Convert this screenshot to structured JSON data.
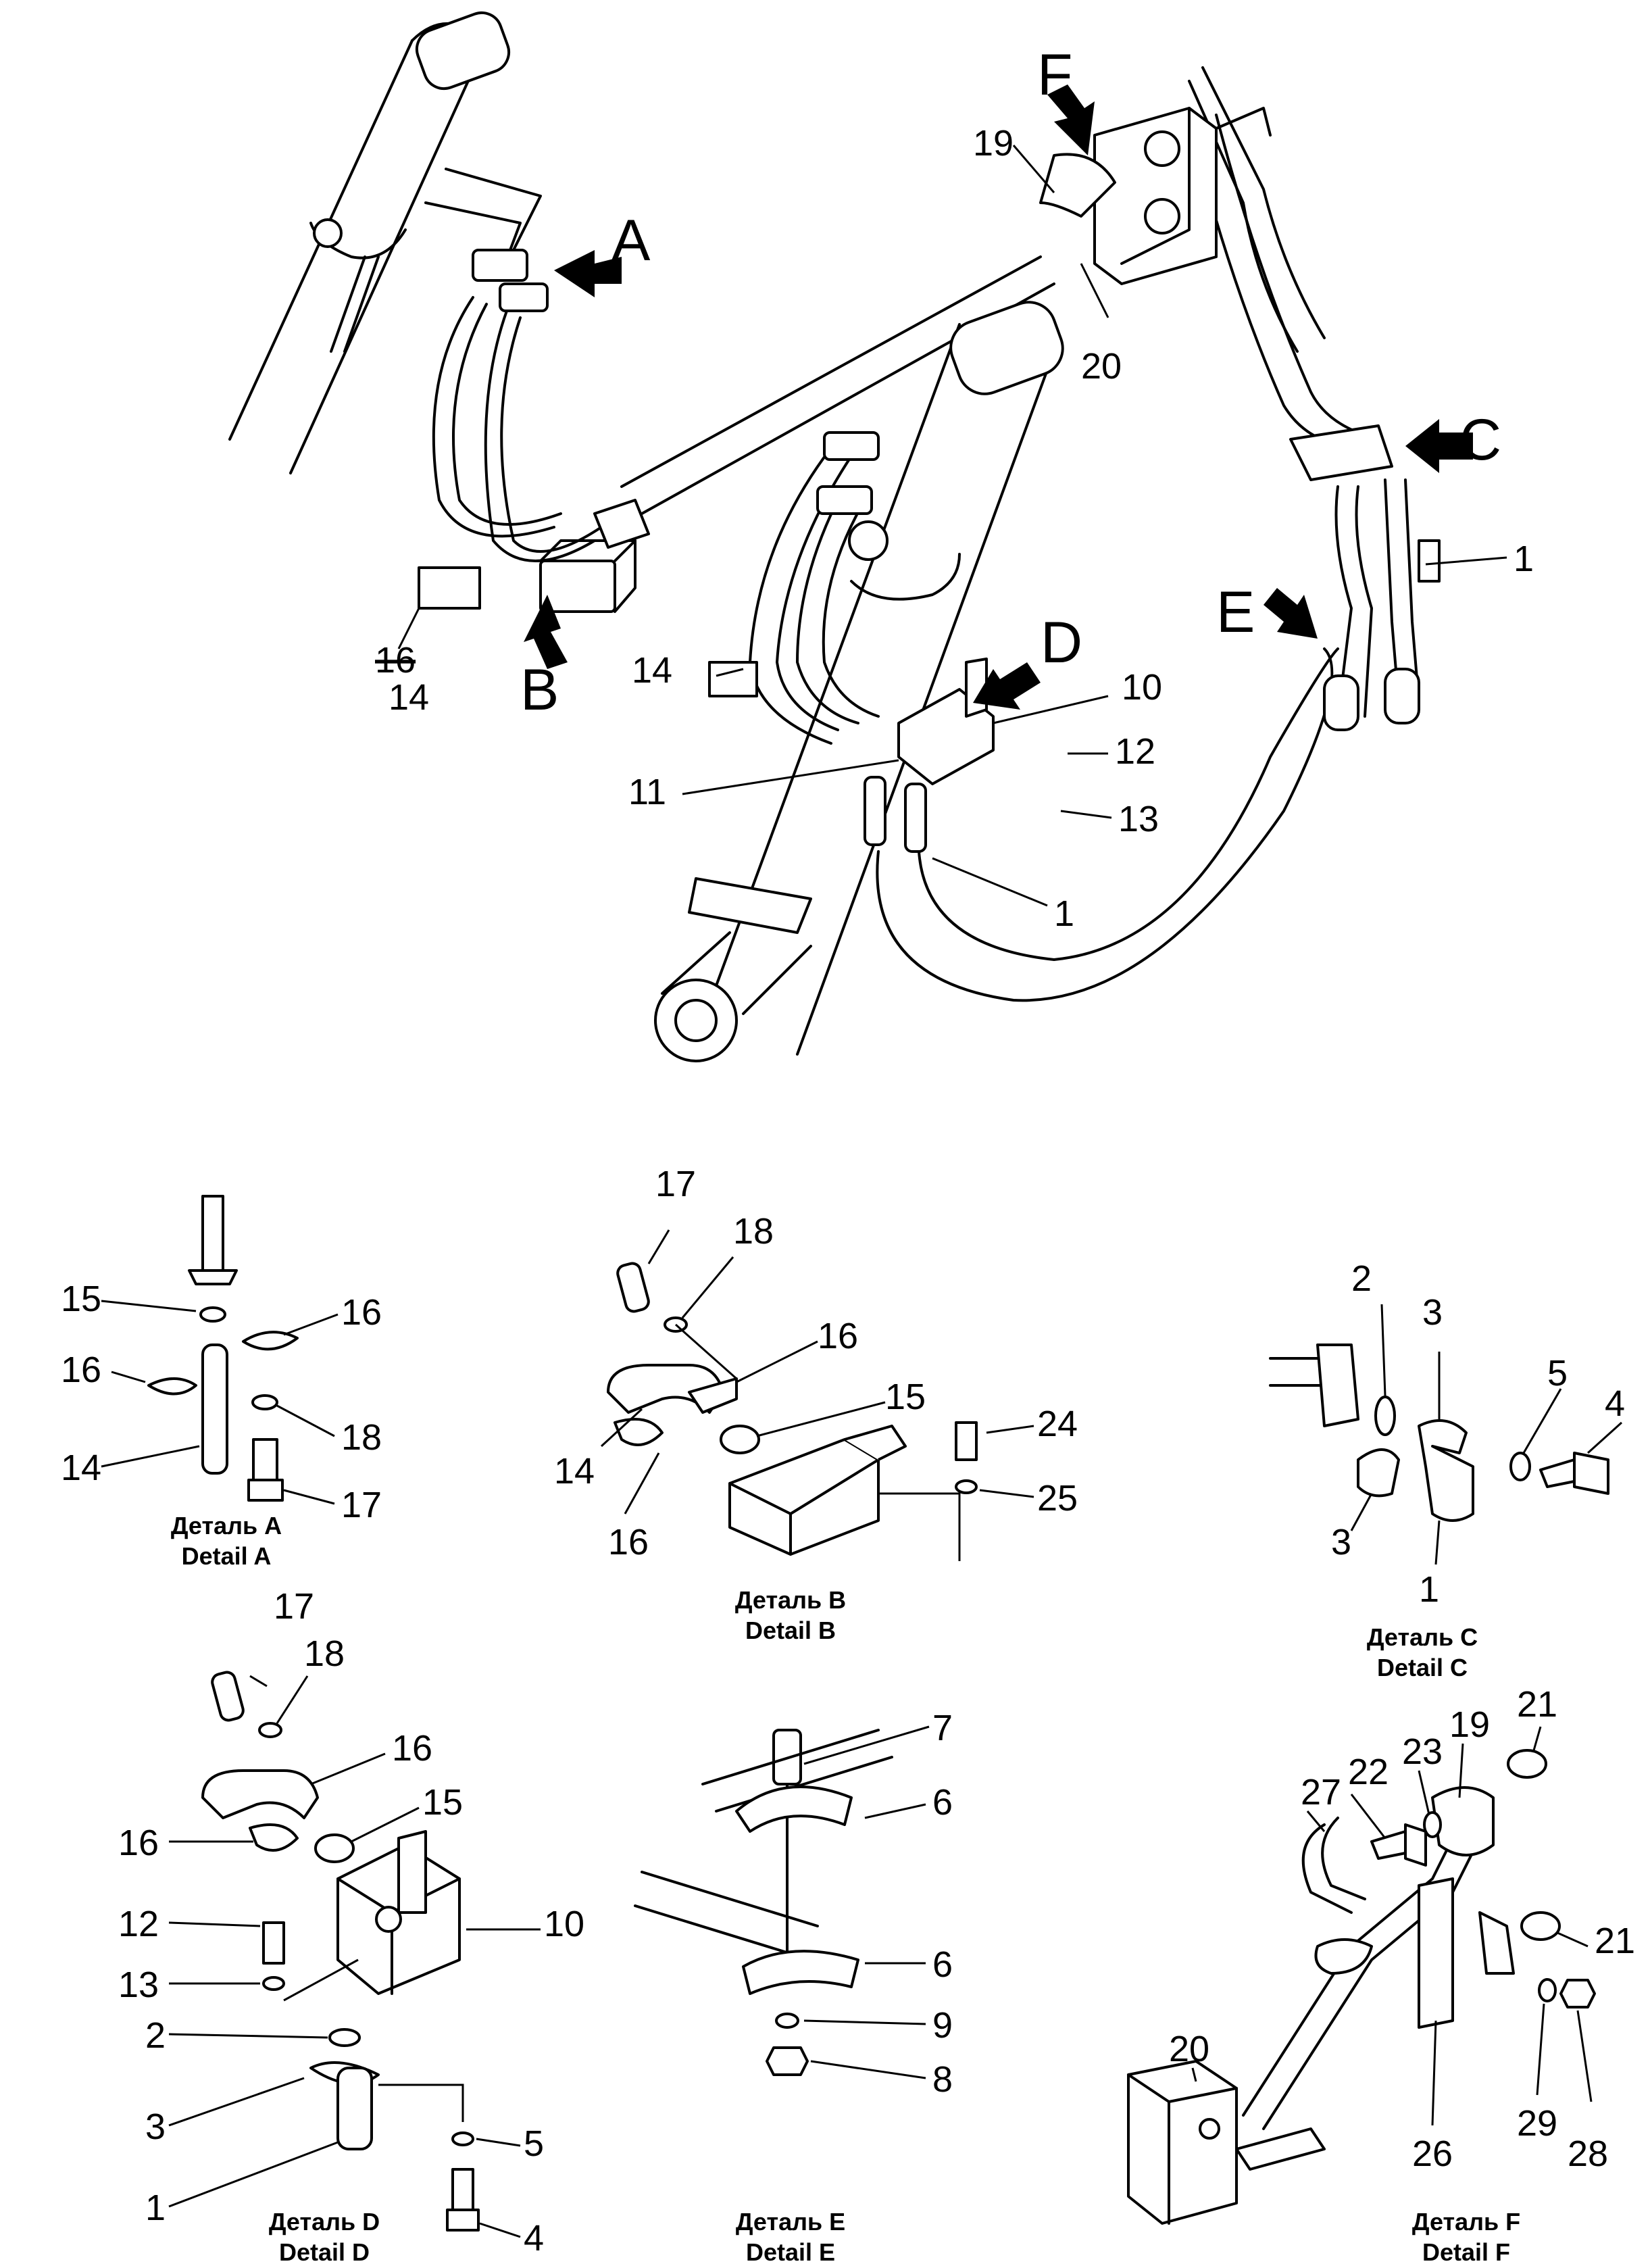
{
  "main_view": {
    "arrows": {
      "a": "A",
      "b": "B",
      "c": "C",
      "d": "D",
      "e": "E",
      "f": "F"
    },
    "callouts": {
      "c19": "19",
      "c20": "20",
      "c1a": "1",
      "c1b": "1",
      "c14": "14",
      "c16_struck": "16",
      "c14_hand": "14",
      "c10": "10",
      "c11": "11",
      "c12": "12",
      "c13": "13"
    }
  },
  "detail_a": {
    "caption_ru": "Деталь A",
    "caption_en": "Detail A",
    "callouts": {
      "c15": "15",
      "c16r": "16",
      "c16l": "16",
      "c14": "14",
      "c18": "18",
      "c17": "17"
    }
  },
  "detail_b": {
    "caption_ru": "Деталь B",
    "caption_en": "Detail B",
    "callouts": {
      "c17": "17",
      "c18": "18",
      "c16r": "16",
      "c15": "15",
      "c14": "14",
      "c16l": "16",
      "c24": "24",
      "c25": "25"
    }
  },
  "detail_c": {
    "caption_ru": "Деталь C",
    "caption_en": "Detail C",
    "callouts": {
      "c2": "2",
      "c3t": "3",
      "c5": "5",
      "c4": "4",
      "c3b": "3",
      "c1": "1"
    }
  },
  "detail_d": {
    "caption_ru": "Деталь D",
    "caption_en": "Detail D",
    "callouts": {
      "c17": "17",
      "c18": "18",
      "c16r": "16",
      "c15": "15",
      "c16l": "16",
      "c12": "12",
      "c10": "10",
      "c13": "13",
      "c2": "2",
      "c3": "3",
      "c5": "5",
      "c1": "1",
      "c4": "4"
    }
  },
  "detail_e": {
    "caption_ru": "Деталь E",
    "caption_en": "Detail E",
    "callouts": {
      "c7": "7",
      "c6t": "6",
      "c6b": "6",
      "c9": "9",
      "c8": "8"
    }
  },
  "detail_f": {
    "caption_ru": "Деталь F",
    "caption_en": "Detail F",
    "callouts": {
      "c21t": "21",
      "c19": "19",
      "c23": "23",
      "c22": "22",
      "c27": "27",
      "c21b": "21",
      "c20": "20",
      "c29": "29",
      "c28": "28",
      "c26": "26"
    }
  }
}
